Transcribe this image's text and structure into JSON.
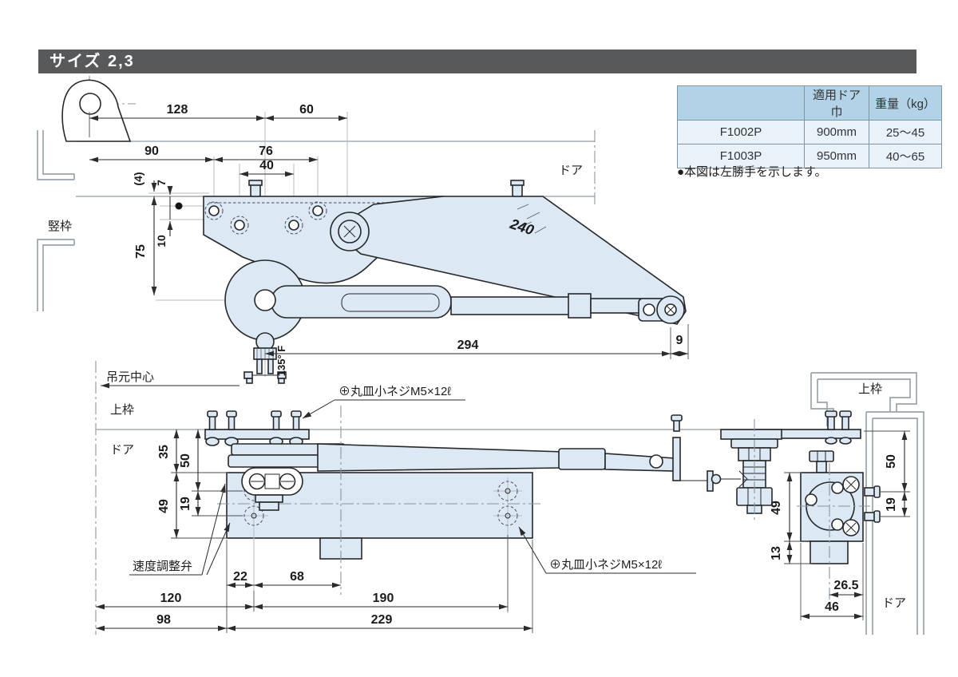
{
  "header": {
    "title": "サイズ 2,3"
  },
  "table": {
    "col_headers": [
      "",
      "適用ドア巾",
      "重量（kg）"
    ],
    "rows": [
      [
        "F1002P",
        "900mm",
        "25～45"
      ],
      [
        "F1003P",
        "950mm",
        "40～65"
      ]
    ]
  },
  "note": {
    "text": "●本図は左勝手を示します。"
  },
  "colors": {
    "header_bar": "#58595b",
    "table_header_bg": "#b2d3e7",
    "table_row_bg": "#e9f2f9",
    "part_fill": "#dce8f4"
  },
  "top_view": {
    "labels": {
      "door": "ドア",
      "jamb": "竪枠",
      "arm_length": "240",
      "angle_mark": "135° F"
    },
    "dims": {
      "d128": "128",
      "d60": "60",
      "d90": "90",
      "d76": "76",
      "d40": "40",
      "d4": "(4)",
      "d7": "7",
      "d10": "10",
      "d75": "75",
      "d294": "294",
      "d9": "9"
    }
  },
  "bottom_view": {
    "labels": {
      "hinge_center": "吊元中心",
      "top_frame": "上枠",
      "door": "ドア",
      "speed_valve": "速度調整弁",
      "screw_top": "⊕丸皿小ネジM5×12ℓ",
      "screw_bottom": "⊕丸皿小ネジM5×12ℓ"
    },
    "dims": {
      "d35": "35",
      "d50": "50",
      "d49": "49",
      "d19": "19",
      "d22": "22",
      "d68": "68",
      "d120": "120",
      "d190": "190",
      "d98": "98",
      "d229": "229"
    }
  },
  "side_view": {
    "labels": {
      "top_frame": "上枠",
      "door": "ドア"
    },
    "dims": {
      "d50": "50",
      "d19": "19",
      "d49": "49",
      "d13": "13",
      "d26_5": "26.5",
      "d46": "46"
    }
  }
}
